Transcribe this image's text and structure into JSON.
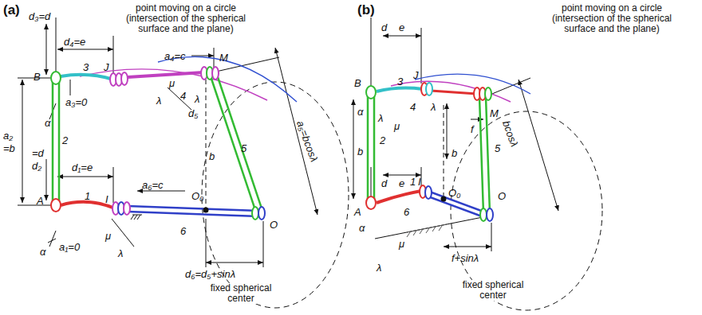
{
  "diagram": {
    "labels": [
      "(a)",
      "d₃=d",
      "d₄=e",
      "B",
      "3",
      "J",
      "a₄=c",
      "M",
      "α",
      "a₃=0",
      "μ",
      "4",
      "λ",
      "d₅",
      "λ",
      "a₅=bcosλ",
      "a₂",
      "=b",
      "2",
      "=d",
      "d₁=e",
      "d₂",
      "b",
      "5",
      "A",
      "1",
      "I",
      "a₆=c",
      "O₀",
      "O",
      "α",
      "a₁=0",
      "μ",
      "λ",
      "6",
      "d₆=d₅+sinλ",
      "fixed spherical center",
      "point moving on a circle (intersection of the spherical surface and the plane)",
      "(b)",
      "point moving on a circle (intersection of the spherical surface and the plane)",
      "d",
      "e",
      "B",
      "3",
      "J",
      "α",
      "4",
      "λ",
      "μ",
      "λ",
      "M",
      "f",
      "bcosλ",
      "b",
      "2",
      "b",
      "5",
      "d",
      "e",
      "A",
      "1",
      "I",
      "O₀",
      "α",
      "6",
      "μ",
      "O",
      "f+sinλ",
      "λ",
      "fixed spherical center"
    ]
  }
}
